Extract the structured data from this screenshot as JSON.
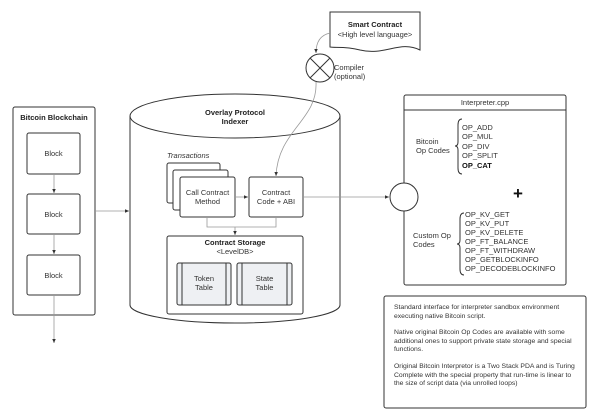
{
  "blockchain": {
    "title": "Bitcoin Blockchain",
    "blocks": [
      "Block",
      "Block",
      "Block"
    ]
  },
  "indexer": {
    "title_line1": "Overlay Protocol",
    "title_line2": "Indexer",
    "transactions_label": "Transactions",
    "call_line1": "Call Contract",
    "call_line2": "Method",
    "code_line1": "Contract",
    "code_line2": "Code + ABI",
    "storage_title": "Contract Storage",
    "storage_sub": "<LevelDB>",
    "token_line1": "Token",
    "token_line2": "Table",
    "state_line1": "State",
    "state_line2": "Table"
  },
  "smart_contract": {
    "title": "Smart Contract",
    "sub": "<High level language>"
  },
  "compiler": {
    "line1": "Compiler",
    "line2": "(optional)"
  },
  "interpreter": {
    "title": "Interpreter.cpp",
    "bitcoin_label_1": "Bitcoin",
    "bitcoin_label_2": "Op Codes",
    "bitcoin_ops": [
      "OP_ADD",
      "OP_MUL",
      "OP_DIV",
      "OP_SPLIT",
      "OP_CAT"
    ],
    "plus": "+",
    "custom_label_1": "Custom Op",
    "custom_label_2": "Codes",
    "custom_ops": [
      "OP_KV_GET",
      "OP_KV_PUT",
      "OP_KV_DELETE",
      "OP_FT_BALANCE",
      "OP_FT_WITHDRAW",
      "OP_GETBLOCKINFO",
      "OP_DECODEBLOCKINFO"
    ]
  },
  "note": {
    "p1": "Standard interface for interpreter sandbox environment executing native Bitcoin script.",
    "p2": "Native original Bitcoin Op Codes are available with some additional ones to support private state storage and special functions.",
    "p3": "Original Bitcoin Interpretor is a Two Stack PDA and is Turing Complete with the special property that run-time is linear to the size of script data (via unrolled loops)"
  }
}
